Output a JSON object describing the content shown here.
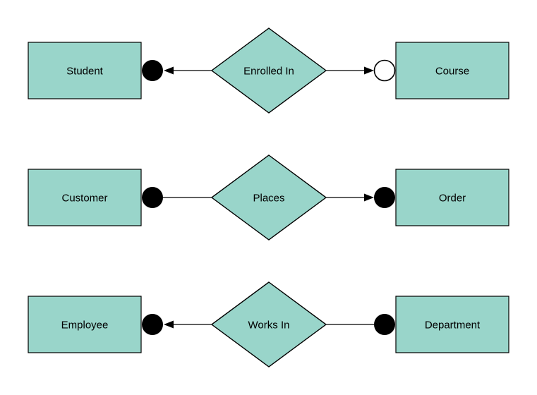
{
  "diagram": {
    "type": "entity-relationship",
    "colors": {
      "background": "#ffffff",
      "shape_fill": "#99d5ca",
      "shape_stroke": "#000000",
      "connector": "#000000",
      "filled_dot": "#000000",
      "open_dot_fill": "#ffffff",
      "text": "#000000"
    },
    "rows": [
      {
        "left_entity": "Student",
        "relationship": "Enrolled In",
        "right_entity": "Course",
        "left_connector": {
          "dot": "filled",
          "arrow": "points-toward-left-entity"
        },
        "right_connector": {
          "dot": "open",
          "arrow": "points-toward-right-entity"
        }
      },
      {
        "left_entity": "Customer",
        "relationship": "Places",
        "right_entity": "Order",
        "left_connector": {
          "dot": "filled",
          "arrow": "none"
        },
        "right_connector": {
          "dot": "filled",
          "arrow": "points-toward-right-entity"
        }
      },
      {
        "left_entity": "Employee",
        "relationship": "Works In",
        "right_entity": "Department",
        "left_connector": {
          "dot": "filled",
          "arrow": "points-toward-left-entity"
        },
        "right_connector": {
          "dot": "filled",
          "arrow": "none"
        }
      }
    ]
  }
}
